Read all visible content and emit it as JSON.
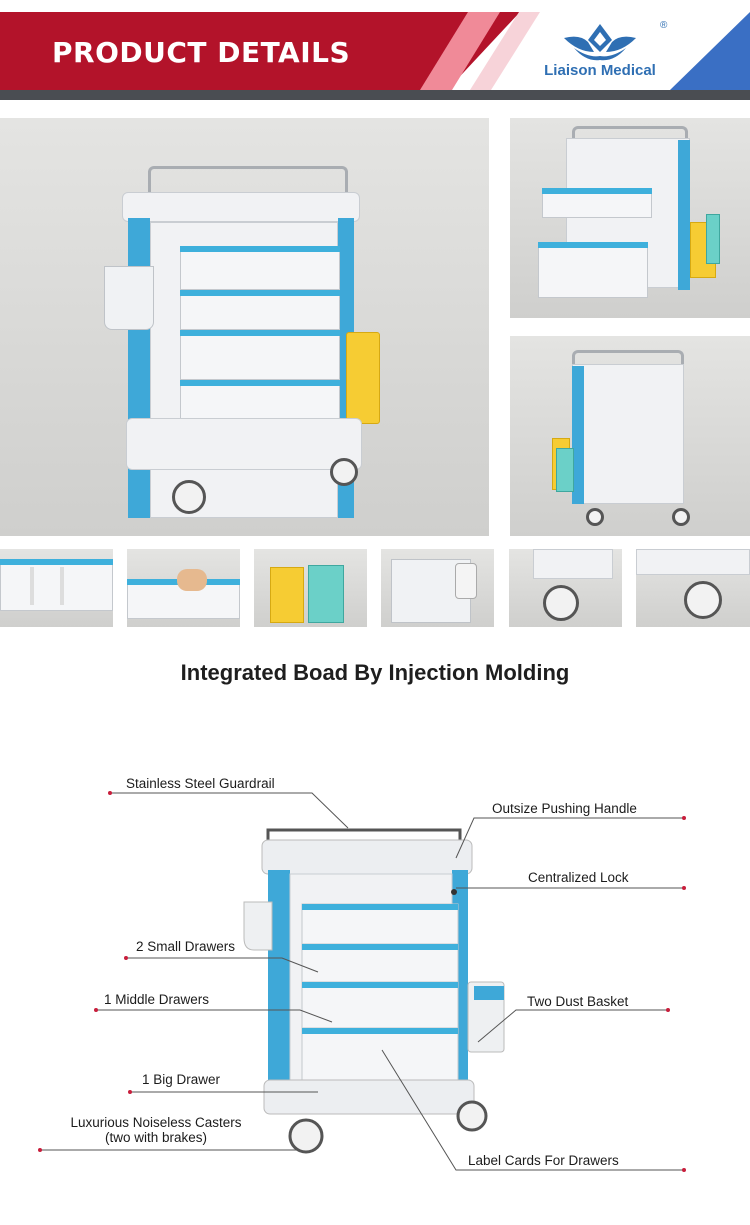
{
  "header": {
    "title": "PRODUCT DETAILS",
    "brand": "Liaison Medical",
    "registered_mark": "®",
    "colors": {
      "banner_red": "#b3132a",
      "accent_blue": "#3a6fc4",
      "bar_grey": "#4a4d52",
      "logo_blue": "#2f6fb3"
    }
  },
  "gallery": {
    "main_photo": "trolley-front-view-photo",
    "side_photos": [
      "open-drawers-photo",
      "rear-view-photo"
    ],
    "thumbnails": [
      "drawer-dividers-thumb",
      "divider-adjust-thumb",
      "dust-bins-thumb",
      "basket-bottle-thumb",
      "caster-thumb",
      "caster-brake-thumb"
    ]
  },
  "section": {
    "title": "Integrated Boad By Injection Molding"
  },
  "callouts": {
    "guardrail": "Stainless Steel Guardrail",
    "handle": "Outsize Pushing Handle",
    "lock": "Centralized Lock",
    "small_drawers": "2 Small Drawers",
    "middle_drawers": "1 Middle Drawers",
    "dust_basket": "Two Dust Basket",
    "big_drawer": "1 Big Drawer",
    "casters_line1": "Luxurious Noiseless Casters",
    "casters_line2": "(two with brakes)",
    "label_cards": "Label Cards For Drawers"
  },
  "callout_color": "#c81e3c"
}
